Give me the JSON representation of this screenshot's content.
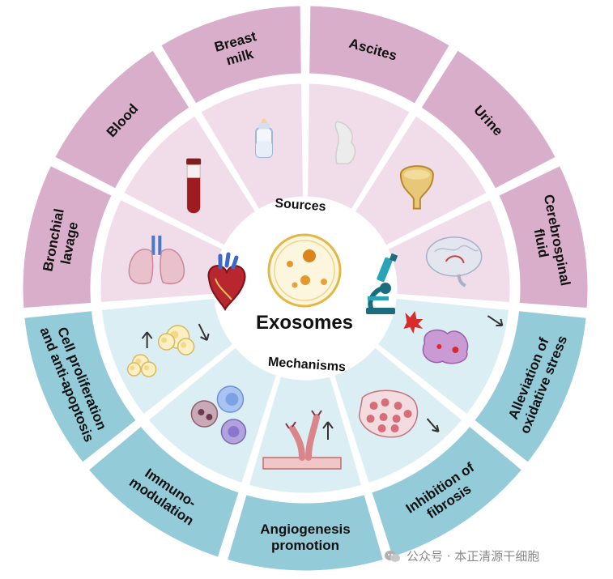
{
  "center": {
    "title": "Exosomes",
    "top_label": "Sources",
    "bottom_label": "Mechanisms"
  },
  "sources": [
    {
      "lines": [
        "Breast",
        "milk"
      ],
      "icon": "baby-bottle-icon"
    },
    {
      "lines": [
        "Ascites"
      ],
      "icon": "abdomen-icon"
    },
    {
      "lines": [
        "Urine"
      ],
      "icon": "bladder-icon"
    },
    {
      "lines": [
        "Cerebrospinal",
        "fluid"
      ],
      "icon": "brain-icon"
    },
    {
      "lines": [
        "Bronchial",
        "lavage"
      ],
      "icon": "lungs-icon"
    },
    {
      "lines": [
        "Blood"
      ],
      "icon": "blood-tube-icon"
    }
  ],
  "mechanisms": [
    {
      "lines": [
        "Alleviation of",
        "oxidative stress"
      ],
      "icon": "ros-cell-icon"
    },
    {
      "lines": [
        "Inhibition of",
        "fibrosis"
      ],
      "icon": "fibrotic-tissue-icon"
    },
    {
      "lines": [
        "Angiogenesis",
        "promotion"
      ],
      "icon": "blood-vessel-icon"
    },
    {
      "lines": [
        "Immuno-",
        "modulation"
      ],
      "icon": "immune-cells-icon"
    },
    {
      "lines": [
        "Cell proliferation",
        "and anti-apoptosis"
      ],
      "icon": "proliferating-cells-icon"
    }
  ],
  "extras": {
    "heart_icon": "heart-icon",
    "microscope_icon": "microscope-icon",
    "vesicle_icon": "exosome-vesicle-icon"
  },
  "colors": {
    "source_outer": "#d9aecb",
    "source_inner": "#f1dcea",
    "mechanism_outer": "#93cbd9",
    "mechanism_inner": "#dbeef4",
    "center": "#ffffff"
  },
  "watermark": "公众号 · 本正清源干细胞"
}
